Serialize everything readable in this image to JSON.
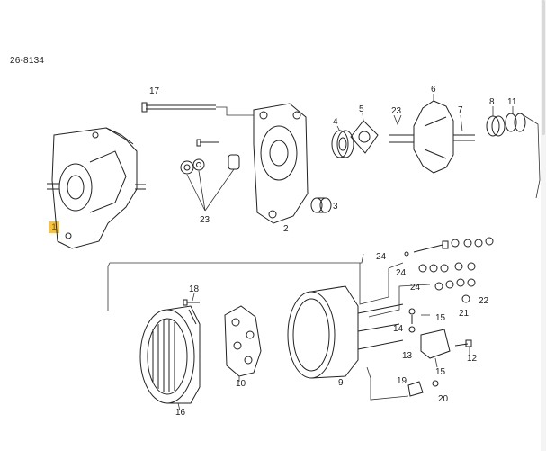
{
  "diagram": {
    "reference": "26-8134",
    "highlight_label": "1",
    "labels": [
      "17",
      "5",
      "6",
      "7",
      "8",
      "11",
      "4",
      "23",
      "3",
      "23",
      "2",
      "24",
      "24",
      "24",
      "22",
      "21",
      "15",
      "14",
      "13",
      "15",
      "12",
      "18",
      "10",
      "9",
      "19",
      "20",
      "16"
    ]
  },
  "colors": {
    "line": "#222222",
    "highlight": "#f5c242"
  }
}
